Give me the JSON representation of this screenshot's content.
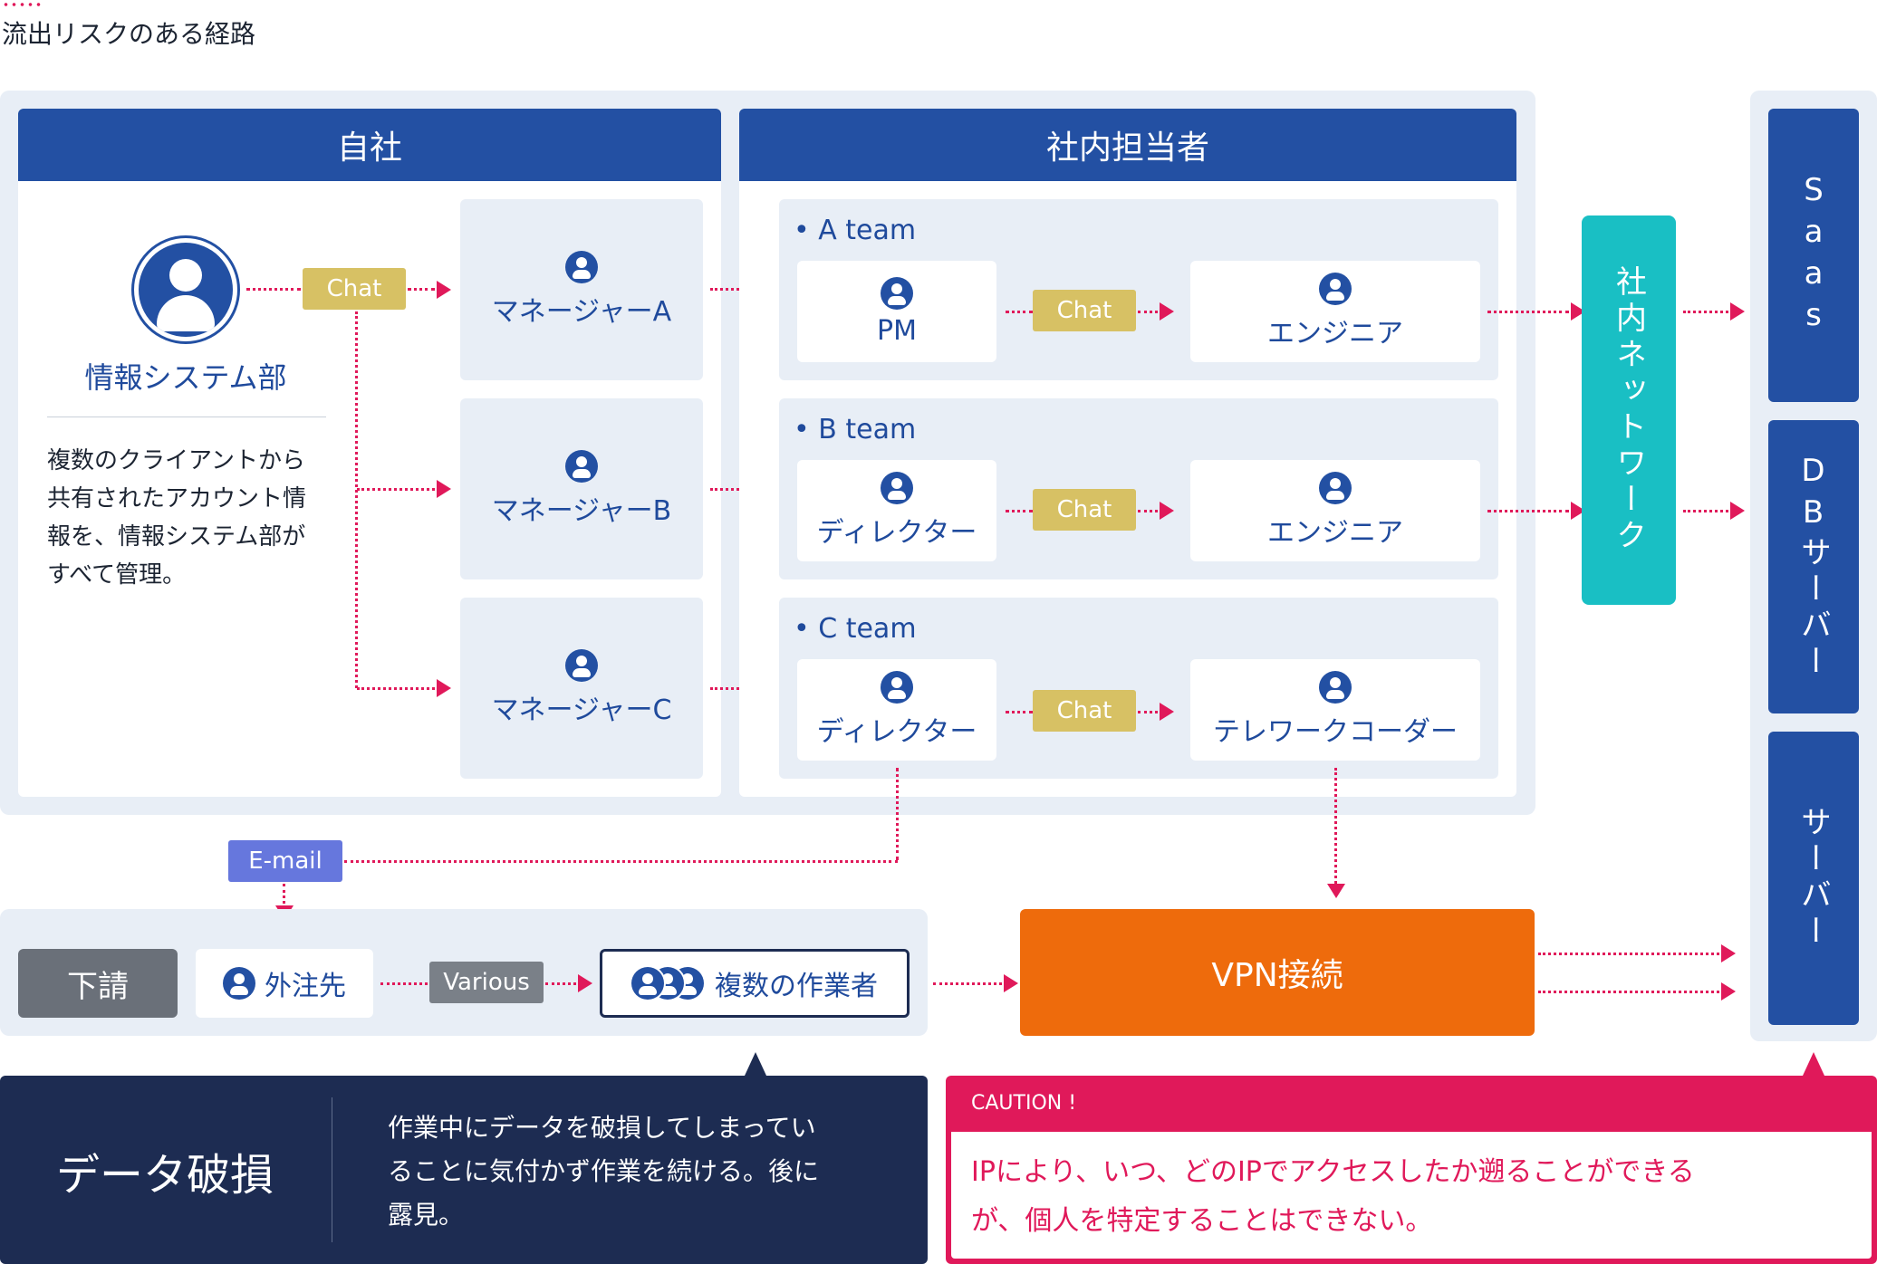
{
  "page_title": "流出リスクのある経路",
  "company": {
    "header": "自社",
    "dept_name": "情報システム部",
    "dept_desc": [
      "複数のクライアントから",
      "共有されたアカウント情",
      "報を、情報システム部が",
      "すべて管理。"
    ],
    "chat_label": "Chat",
    "managers": [
      "マネージャーA",
      "マネージャーB",
      "マネージャーC"
    ]
  },
  "internal": {
    "header": "社内担当者",
    "teams": [
      {
        "label": "• A team",
        "left": "PM",
        "chat": "Chat",
        "right": "エンジニア"
      },
      {
        "label": "• B team",
        "left": "ディレクター",
        "chat": "Chat",
        "right": "エンジニア"
      },
      {
        "label": "• C team",
        "left": "ディレクター",
        "chat": "Chat",
        "right": "テレワークコーダー"
      }
    ]
  },
  "network": "社内ネットワーク",
  "destinations": [
    "Saas",
    "DBサーバー",
    "サーバー"
  ],
  "subcontract": {
    "label": "下請",
    "email": "E-mail",
    "vendor": "外注先",
    "various": "Various",
    "workers": "複数の作業者"
  },
  "vpn": "VPN接続",
  "risk": {
    "title": "データ破損",
    "desc": [
      "作業中にデータを破損してしまってい",
      "ることに気付かず作業を続ける。後に",
      "露見。"
    ]
  },
  "caution": {
    "label": "CAUTION !",
    "text": [
      "IPにより、いつ、どのIPでアクセスしたか遡ることができる",
      "が、個人を特定することはできない。"
    ]
  },
  "colors": {
    "navy": "#2350a3",
    "arrow": "#e0195a",
    "chat": "#d7c164",
    "network": "#19bfc4",
    "vpn": "#ee6b0c",
    "email": "#6677dd",
    "dark": "#1d2c52"
  },
  "icons": [
    "user-icon",
    "group-icon"
  ]
}
